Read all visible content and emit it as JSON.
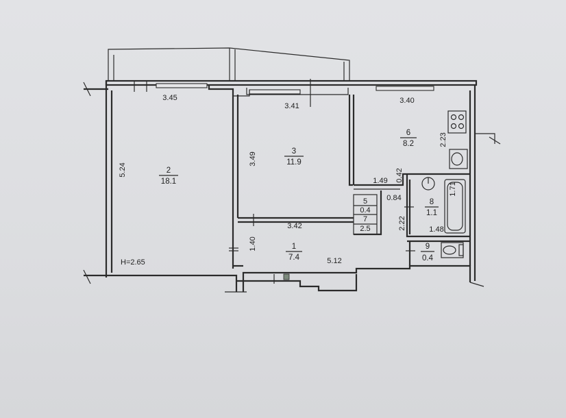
{
  "rooms": [
    {
      "number": "1",
      "area": "7.4"
    },
    {
      "number": "2",
      "area": "18.1"
    },
    {
      "number": "3",
      "area": "11.9"
    },
    {
      "number": "5",
      "area": "0.4"
    },
    {
      "number": "6",
      "area": "8.2"
    },
    {
      "number": "7",
      "area": "2.5"
    },
    {
      "number": "8",
      "area": "1.1"
    },
    {
      "number": "9",
      "area": "0.4"
    }
  ],
  "dimensions": {
    "room2_width": "3.45",
    "room2_height": "5.24",
    "room3_width_top": "3.41",
    "room3_height": "3.49",
    "room6_width": "3.40",
    "room6_height": "2.23",
    "hall_width": "3.42",
    "hall_length": "5.12",
    "hall_height": "1.40",
    "corridor_width": "1.49",
    "corridor_depth": "0.42",
    "closet_width": "0.84",
    "bath_width": "1.48",
    "bath_height": "2.22",
    "tub_length": "1.71"
  },
  "ceiling_height": "H=2.65"
}
